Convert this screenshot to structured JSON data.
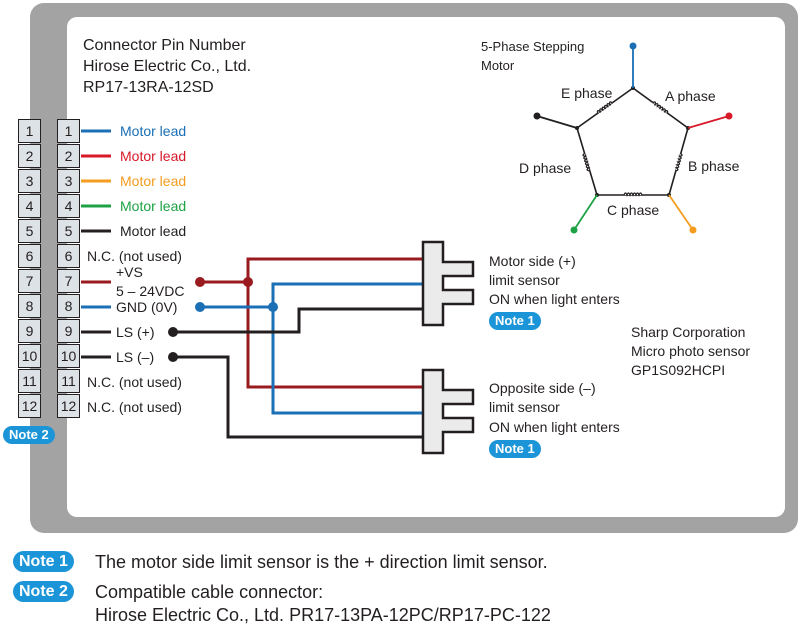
{
  "header": {
    "lines": [
      "Connector Pin Number",
      "Hirose Electric Co., Ltd.",
      "RP17-13RA-12SD"
    ]
  },
  "connector": {
    "pins": [
      "1",
      "2",
      "3",
      "4",
      "5",
      "6",
      "7",
      "8",
      "9",
      "10",
      "11",
      "12"
    ],
    "pin_labels": [
      {
        "pin": "1",
        "text": "Motor lead",
        "color": "#1a6fb5"
      },
      {
        "pin": "2",
        "text": "Motor lead",
        "color": "#d7192a"
      },
      {
        "pin": "3",
        "text": "Motor lead",
        "color": "#f39c1f"
      },
      {
        "pin": "4",
        "text": "Motor lead",
        "color": "#1ea245"
      },
      {
        "pin": "5",
        "text": "Motor lead",
        "color": "#231f20"
      },
      {
        "pin": "6",
        "text": "N.C. (not used)",
        "color": "#231f20"
      },
      {
        "pin": "7",
        "text": "+VS",
        "sub": "5 – 24VDC",
        "color": "#9a1b1f"
      },
      {
        "pin": "8",
        "text": "GND (0V)",
        "color": "#1a6fb5"
      },
      {
        "pin": "9",
        "text": "LS (+)",
        "color": "#231f20"
      },
      {
        "pin": "10",
        "text": "LS (–)",
        "color": "#231f20"
      },
      {
        "pin": "11",
        "text": "N.C. (not used)",
        "color": "#231f20"
      },
      {
        "pin": "12",
        "text": "N.C. (not used)",
        "color": "#231f20"
      }
    ],
    "note_badge": "Note 2"
  },
  "motor": {
    "title_lines": [
      "5-Phase Stepping",
      "Motor"
    ],
    "phases": [
      "A phase",
      "B phase",
      "C phase",
      "D phase",
      "E phase"
    ],
    "lead_colors": {
      "top": "#1a6fb5",
      "right": "#d7192a",
      "bottom_right": "#f39c1f",
      "bottom_left": "#1ea245",
      "left": "#231f20"
    }
  },
  "sensors": {
    "motor_side": {
      "lines": [
        "Motor side (+)",
        "limit sensor",
        "ON when light enters"
      ],
      "badge": "Note 1"
    },
    "opposite_side": {
      "lines": [
        "Opposite side (–)",
        "limit sensor",
        "ON when light enters"
      ],
      "badge": "Note 1"
    },
    "part_info": [
      "Sharp Corporation",
      "Micro photo sensor",
      "GP1S092HCPI"
    ]
  },
  "colors": {
    "vs_wire": "#9a1b1f",
    "gnd_wire": "#1a6fb5",
    "ls_wire": "#231f20",
    "badge": "#1b95d8",
    "panel_gray": "#a3a3a3"
  },
  "notes": [
    {
      "badge": "Note 1",
      "lines": [
        "The motor side limit sensor is the + direction limit sensor."
      ]
    },
    {
      "badge": "Note 2",
      "lines": [
        "Compatible cable connector:",
        "Hirose Electric Co., Ltd.  PR17-13PA-12PC/RP17-PC-122"
      ]
    }
  ]
}
